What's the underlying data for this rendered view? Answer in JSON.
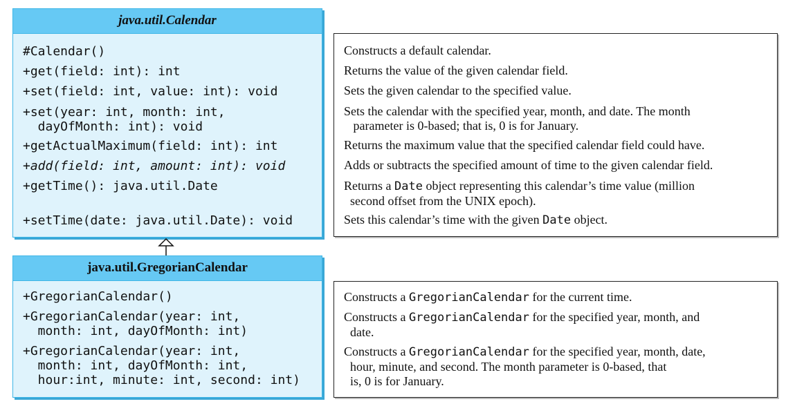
{
  "calendar_class": {
    "name": "java.util.Calendar",
    "methods": [
      "#Calendar()",
      "+get(field: int): int",
      "+set(field: int, value: int): void",
      "+set(year: int, month: int,\n  dayOfMonth: int): void",
      "+getActualMaximum(field: int): int",
      "+add(field: int, amount: int): void",
      "+getTime(): java.util.Date",
      "+setTime(date: java.util.Date): void"
    ],
    "descriptions": [
      {
        "text": "Constructs a default calendar."
      },
      {
        "text": "Returns the value of the given calendar field."
      },
      {
        "text": "Sets the given calendar to the specified value."
      },
      {
        "text": "Sets the calendar with the specified year, month, and date. The month\n   parameter is 0-based; that is, 0 is for January."
      },
      {
        "text": "Returns the maximum value that the specified calendar field could have."
      },
      {
        "text": "Adds or subtracts the specified amount of time to the given calendar field."
      },
      {
        "pre": "Returns a ",
        "code": "Date",
        "post": " object representing this calendar’s time value (million\n  second offset from the UNIX epoch)."
      },
      {
        "pre": "Sets this calendar’s time with the given ",
        "code": "Date",
        "post": " object."
      }
    ]
  },
  "gregorian_class": {
    "name": "java.util.GregorianCalendar",
    "methods": [
      "+GregorianCalendar()",
      "+GregorianCalendar(year: int,\n  month: int, dayOfMonth: int)",
      "+GregorianCalendar(year: int,\n  month: int, dayOfMonth: int,\n  hour:int, minute: int, second: int)"
    ],
    "descriptions": [
      {
        "pre": "Constructs a ",
        "code": "GregorianCalendar",
        "post": " for the current time."
      },
      {
        "pre": "Constructs a ",
        "code": "GregorianCalendar",
        "post": " for the specified year, month, and\n  date."
      },
      {
        "pre": "Constructs a ",
        "code": "GregorianCalendar",
        "post": " for the specified year, month, date,\n  hour, minute, and second. The month parameter is 0-based, that\n  is, 0 is for January."
      }
    ]
  },
  "colors": {
    "header_fill": "#66c9f4",
    "body_fill": "#dff3fc",
    "border": "#3fb6e6"
  },
  "relationship": "inheritance"
}
